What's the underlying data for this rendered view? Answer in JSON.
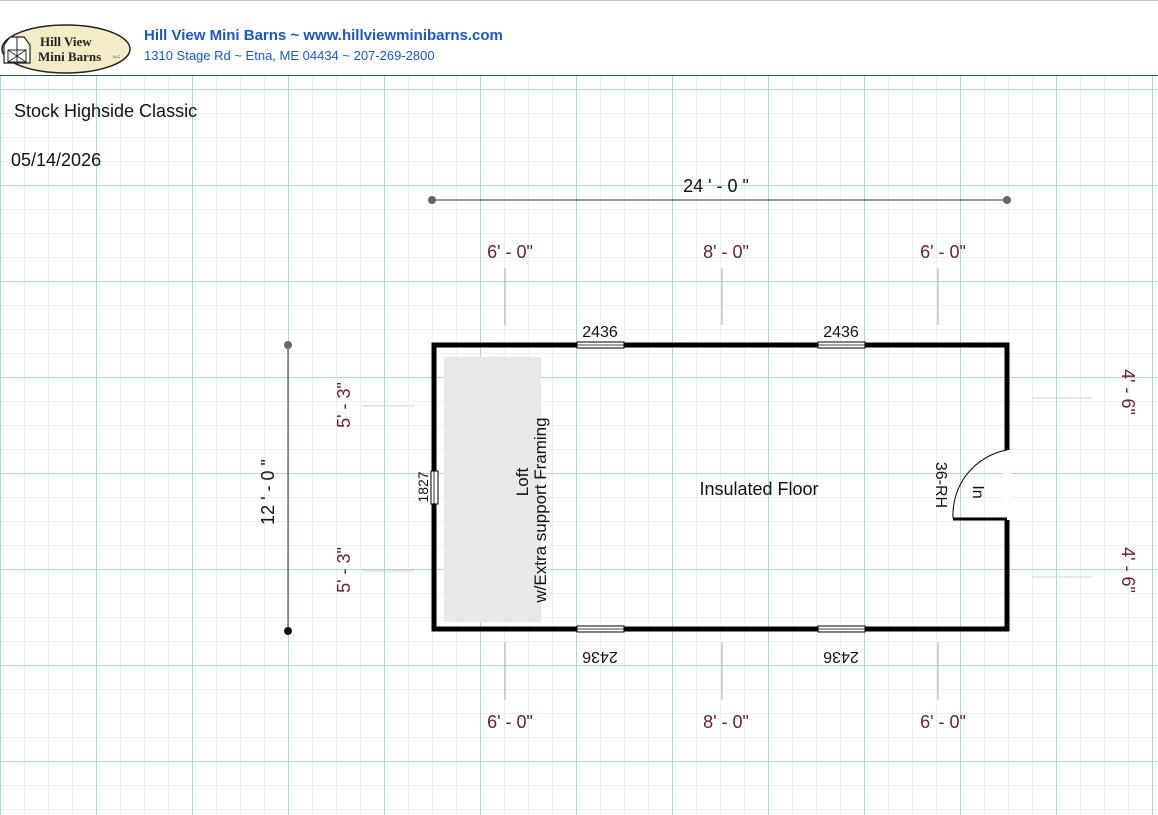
{
  "header": {
    "logo_line1": "Hill View",
    "logo_line2": "Mini Barns",
    "logo_suffix": "LLC",
    "company_line": "Hill View Mini Barns ~ www.hillviewminibarns.com",
    "address_line": "1310 Stage Rd ~ Etna, ME 04434 ~ 207-269-2800"
  },
  "plan": {
    "title": "Stock Highside Classic",
    "date": "05/14/2026"
  },
  "dimensions": {
    "overall_width": "24 ' - 0 \"",
    "overall_depth": "12 ' - 0 \"",
    "top_segments": [
      "6' - 0\"",
      "8' - 0\"",
      "6' - 0\""
    ],
    "bottom_segments": [
      "6' - 0\"",
      "8' - 0\"",
      "6' - 0\""
    ],
    "left_segments": [
      "5' - 3\"",
      "5' - 3\""
    ],
    "right_segments": [
      "4' - 6\"",
      "4' - 6\""
    ]
  },
  "openings": {
    "top_windows": [
      "2436",
      "2436"
    ],
    "bottom_windows": [
      "2436",
      "2436"
    ],
    "left_window": "1827",
    "door_label": "36-RH",
    "door_swing": "In"
  },
  "labels": {
    "floor": "Insulated Floor",
    "loft_line1": "Loft",
    "loft_line2": "w/Extra support Framing"
  },
  "colors": {
    "link_blue": "#1a58c8",
    "dimension_text": "#6b2030",
    "grid": "#a8dada",
    "wall": "#000000"
  }
}
